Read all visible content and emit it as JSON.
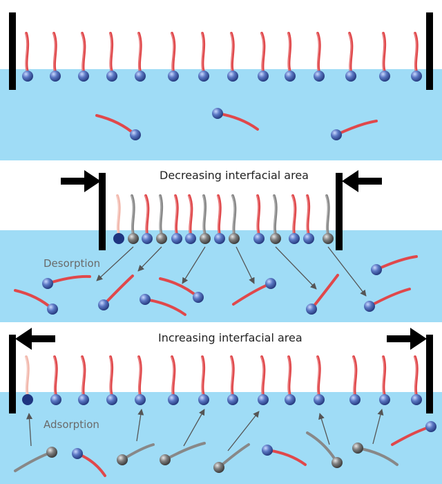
{
  "panels": [
    {
      "label": ""
    },
    {
      "label": "Decreasing interfacial area",
      "note": "Desorption"
    },
    {
      "label": "Increasing interfacial area",
      "note": "Adsorption"
    }
  ],
  "colors": {
    "water": "#9fdcf6",
    "air": "#ffffff",
    "barrier": "#000000",
    "tail_active": "#e0484b",
    "tail_faded": "#f2b8ac",
    "tail_compressed": "#888888",
    "head_blue": "#4a67b3",
    "head_dark": "#1f3580",
    "head_gray": "#6a6a6a",
    "arrow": "#555555"
  },
  "icons": [
    "left-arrow-icon",
    "right-arrow-icon",
    "molecule-icon"
  ]
}
